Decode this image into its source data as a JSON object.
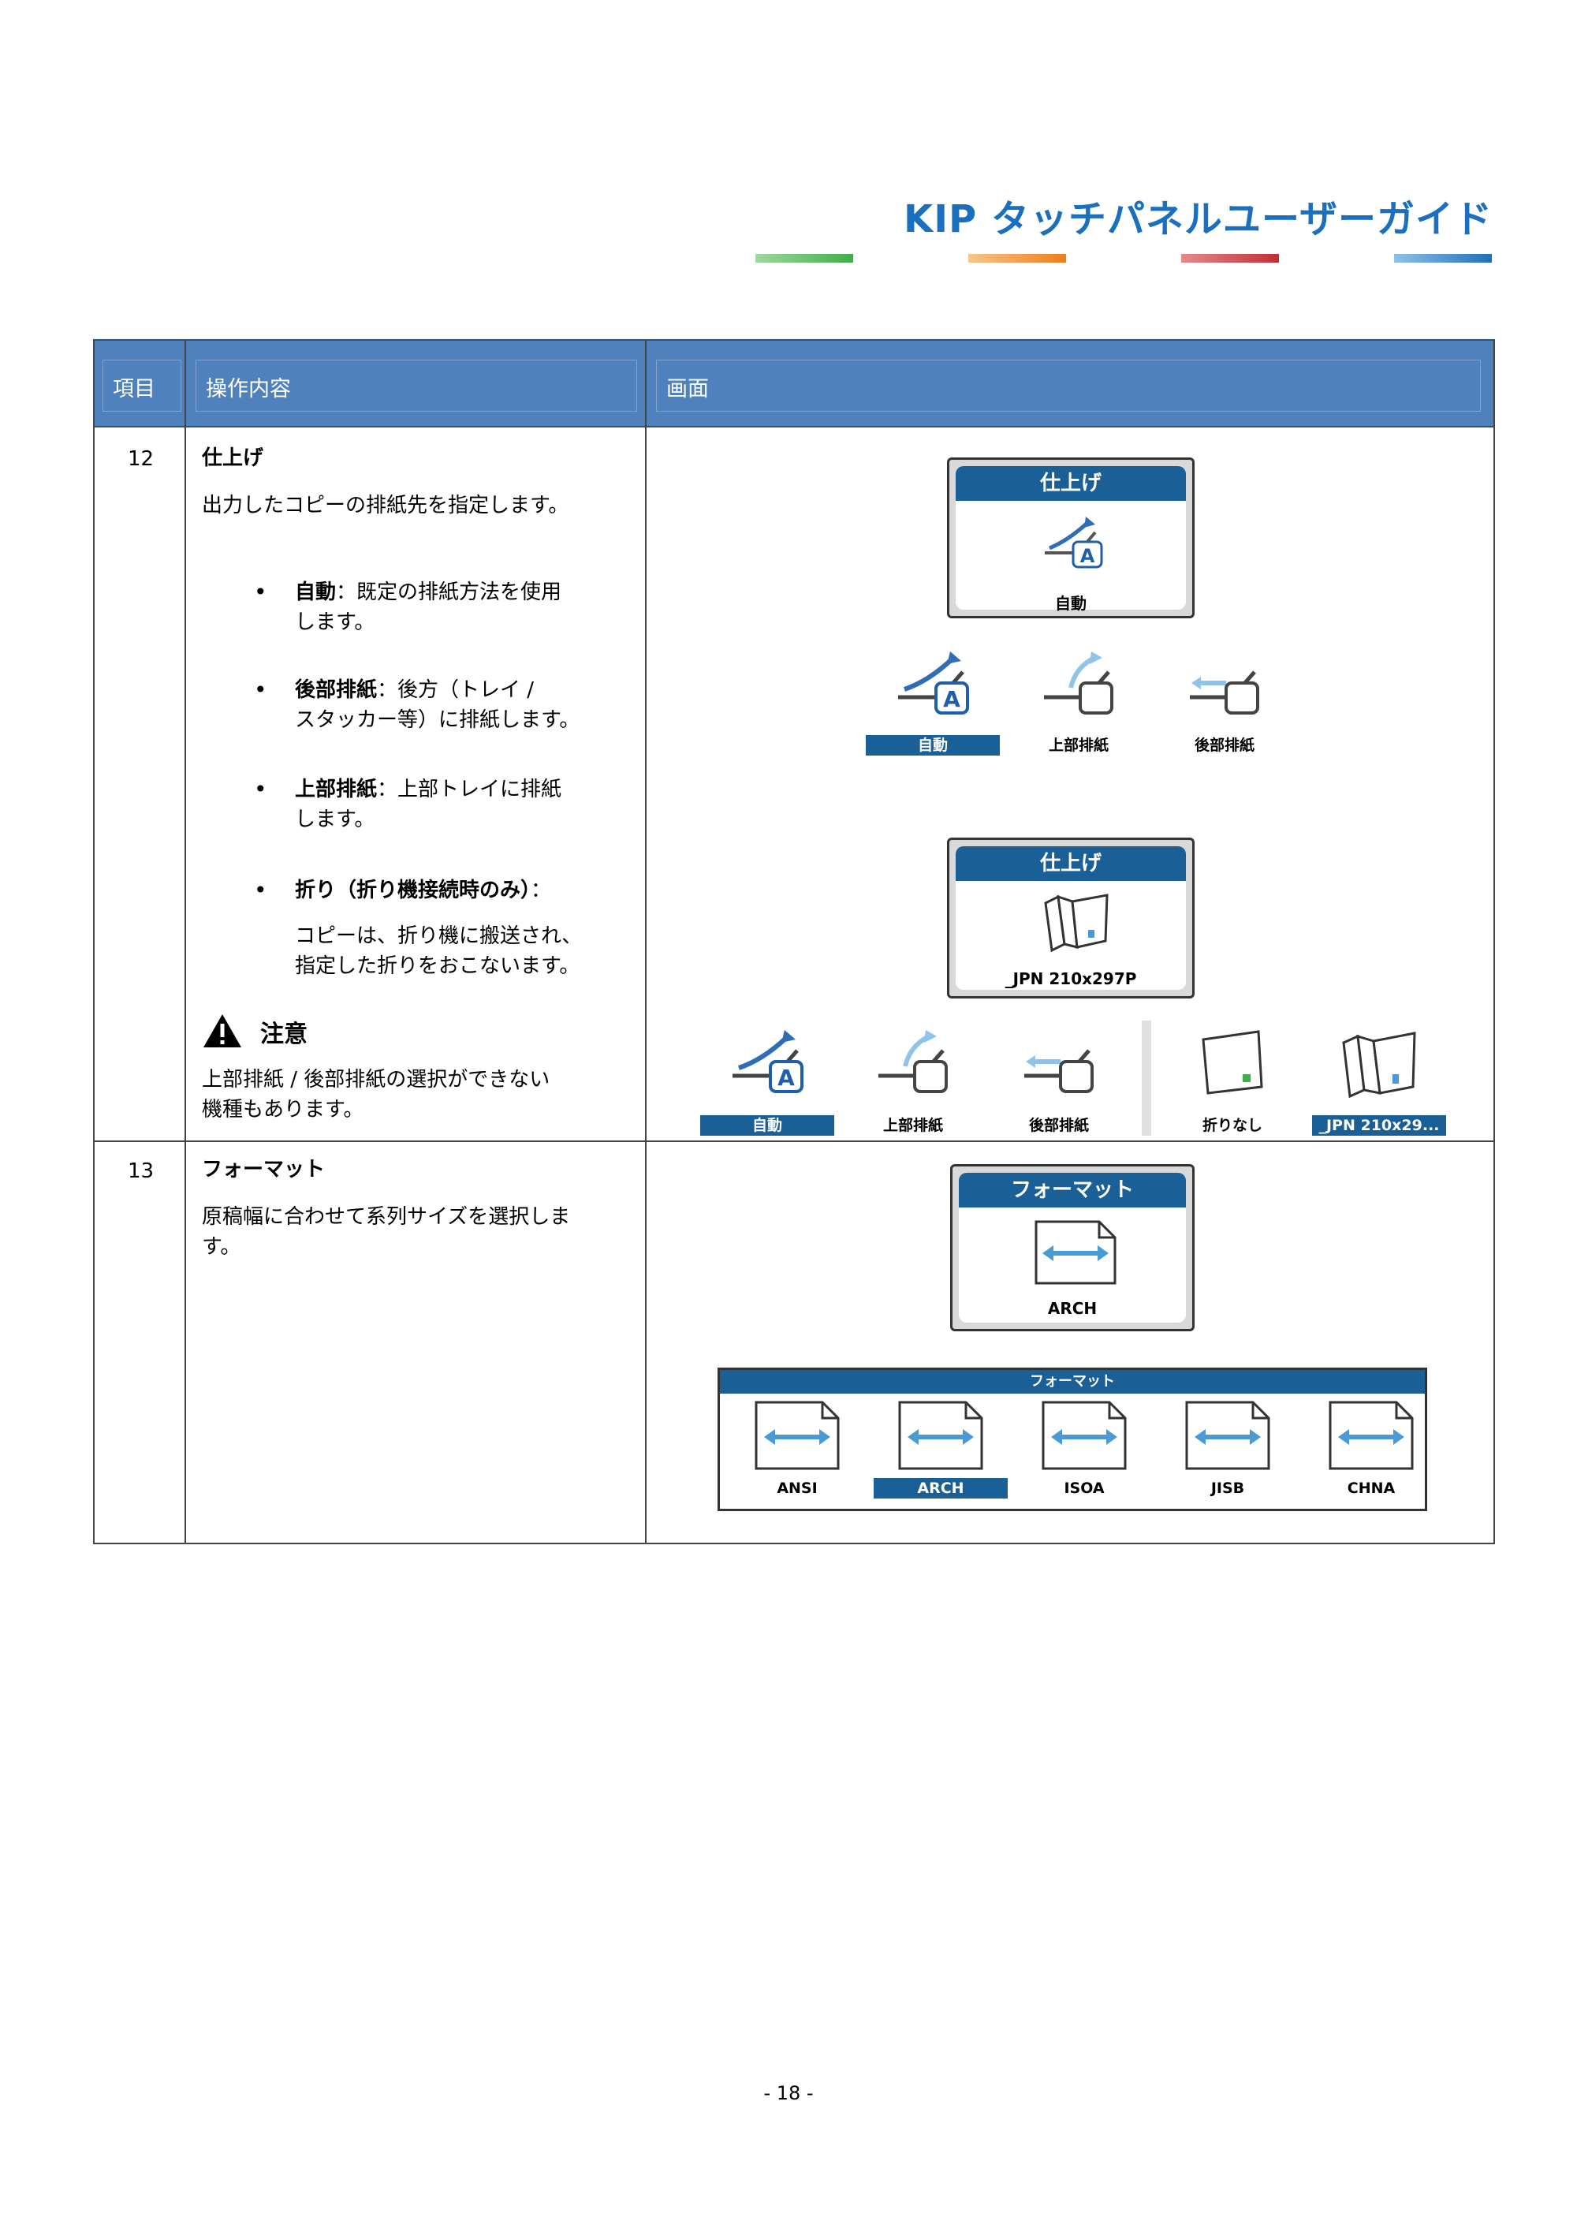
{
  "header": {
    "title": "KIP タッチパネルユーザーガイド"
  },
  "table": {
    "headers": {
      "item": "項目",
      "operation": "操作内容",
      "screen": "画面"
    },
    "row12": {
      "number": "12",
      "title": "仕上げ",
      "description": "出力したコピーの排紙先を指定します。",
      "bullets": [
        {
          "label": "自動",
          "text_line1": "：既定の排紙方法を使用",
          "text_line2": "します。"
        },
        {
          "label": "後部排紙",
          "text_line1": "：後方（トレイ /",
          "text_line2": "スタッカー等）に排紙します。"
        },
        {
          "label": "上部排紙",
          "text_line1": "：上部トレイに排紙",
          "text_line2": "します。"
        },
        {
          "label": "折り（折り機接続時のみ）",
          "text_line1": "：",
          "text_line2": ""
        }
      ],
      "fold_note_line1": "コピーは、折り機に搬送され、",
      "fold_note_line2": "指定した折りをおこないます。",
      "caution_title": "注意",
      "caution_line1": "上部排紙 / 後部排紙の選択ができない",
      "caution_line2": "機種もあります。",
      "screens": {
        "panel1": {
          "header": "仕上げ",
          "label": "自動"
        },
        "options1": [
          "自動",
          "上部排紙",
          "後部排紙"
        ],
        "panel2": {
          "header": "仕上げ",
          "label": "_JPN 210x297P"
        },
        "options2": [
          "自動",
          "上部排紙",
          "後部排紙",
          "折りなし",
          "_JPN 210x29..."
        ]
      }
    },
    "row13": {
      "number": "13",
      "title": "フォーマット",
      "description_line1": "原稿幅に合わせて系列サイズを選択しま",
      "description_line2": "す。",
      "screens": {
        "panel": {
          "header": "フォーマット",
          "label": "ARCH"
        },
        "bar": {
          "header": "フォーマット",
          "options": [
            "ANSI",
            "ARCH",
            "ISOA",
            "JISB",
            "CHNA"
          ]
        }
      }
    }
  },
  "footer": {
    "page": "- 18 -"
  },
  "colors": {
    "accent": "#1b5f97",
    "header_bg": "#4f81bd",
    "title": "#1a6fbf"
  }
}
